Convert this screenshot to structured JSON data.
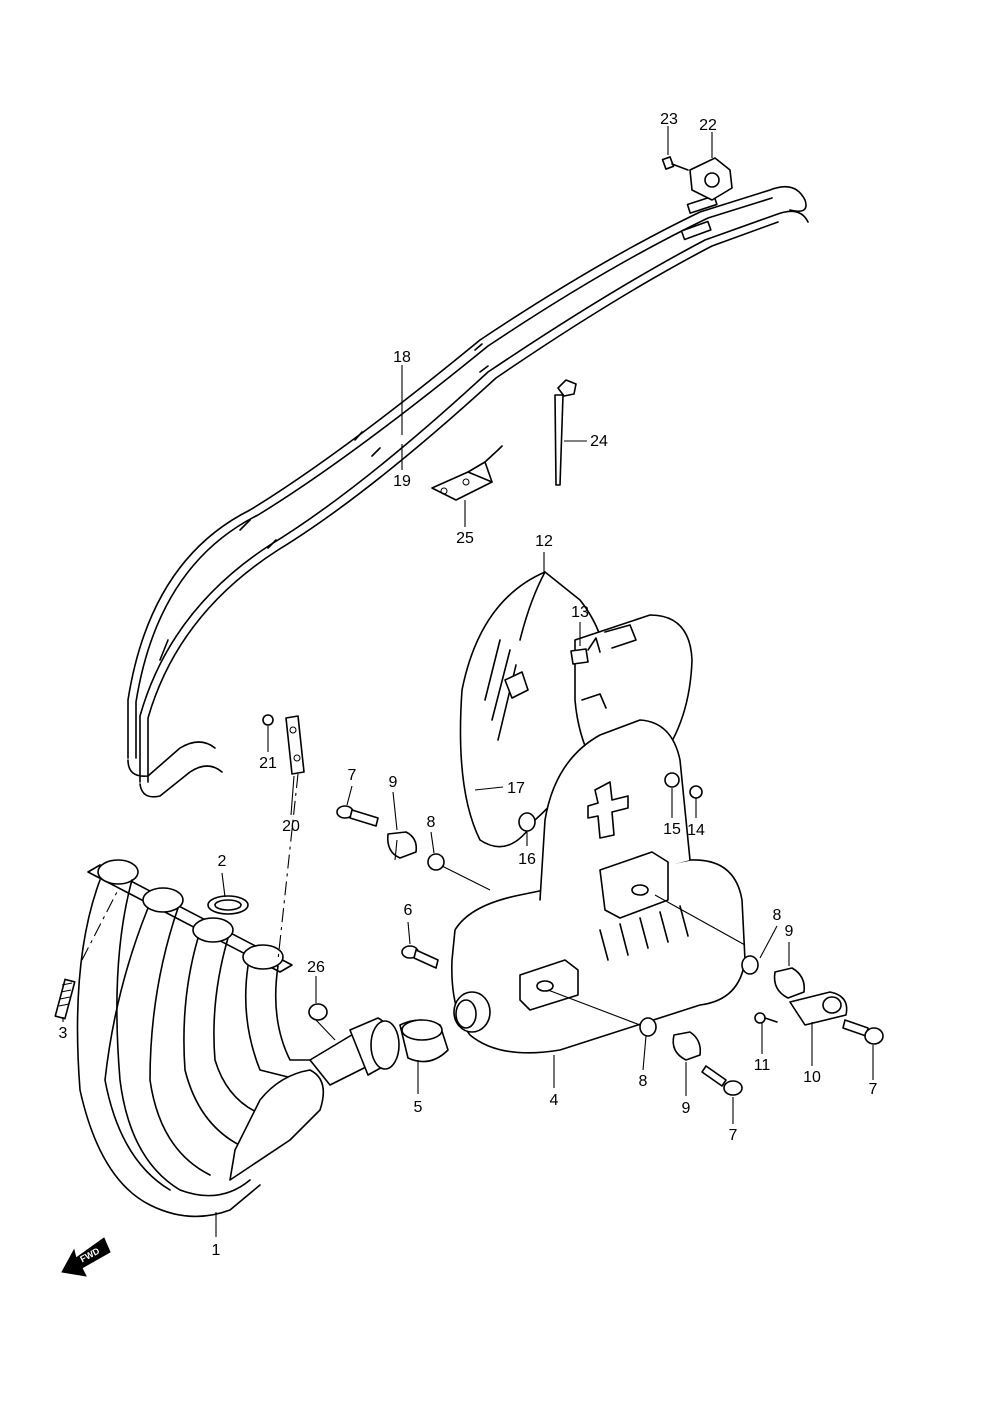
{
  "callouts": [
    {
      "id": "c1",
      "text": "1"
    },
    {
      "id": "c2",
      "text": "2"
    },
    {
      "id": "c3",
      "text": "3"
    },
    {
      "id": "c4",
      "text": "4"
    },
    {
      "id": "c5",
      "text": "5"
    },
    {
      "id": "c6",
      "text": "6"
    },
    {
      "id": "c7a",
      "text": "7"
    },
    {
      "id": "c7b",
      "text": "7"
    },
    {
      "id": "c7c",
      "text": "7"
    },
    {
      "id": "c8a",
      "text": "8"
    },
    {
      "id": "c8b",
      "text": "8"
    },
    {
      "id": "c8c",
      "text": "8"
    },
    {
      "id": "c9a",
      "text": "9"
    },
    {
      "id": "c9b",
      "text": "9"
    },
    {
      "id": "c9c",
      "text": "9"
    },
    {
      "id": "c10",
      "text": "10"
    },
    {
      "id": "c11",
      "text": "11"
    },
    {
      "id": "c12",
      "text": "12"
    },
    {
      "id": "c13",
      "text": "13"
    },
    {
      "id": "c14",
      "text": "14"
    },
    {
      "id": "c15",
      "text": "15"
    },
    {
      "id": "c16",
      "text": "16"
    },
    {
      "id": "c17",
      "text": "17"
    },
    {
      "id": "c18",
      "text": "18"
    },
    {
      "id": "c19",
      "text": "19"
    },
    {
      "id": "c20",
      "text": "20"
    },
    {
      "id": "c21",
      "text": "21"
    },
    {
      "id": "c22",
      "text": "22"
    },
    {
      "id": "c23",
      "text": "23"
    },
    {
      "id": "c24",
      "text": "24"
    },
    {
      "id": "c25",
      "text": "25"
    },
    {
      "id": "c26",
      "text": "26"
    }
  ],
  "direction_marker": {
    "text": "FWD",
    "icon": "forward-arrow-icon"
  }
}
